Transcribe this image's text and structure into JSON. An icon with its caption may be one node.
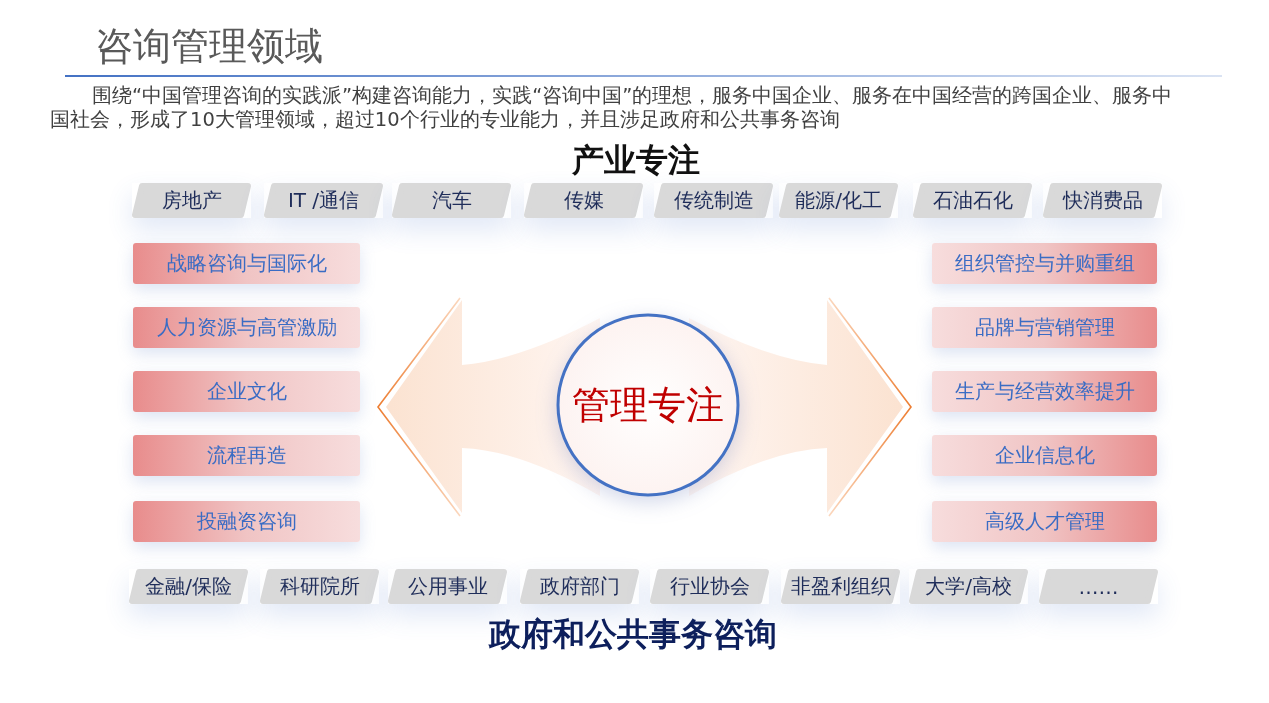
{
  "diagram": {
    "title": "咨询管理领域",
    "nodes": [
      {
        "text": [
          "房地产"
        ]
      },
      {
        "text": [
          "IT /通信"
        ]
      },
      {
        "text": [
          "汽车"
        ]
      },
      {
        "text": [
          "传媒"
        ]
      },
      {
        "text": [
          "传统制造"
        ]
      },
      {
        "text": [
          "能源/化工"
        ]
      },
      {
        "text": [
          "石油石化"
        ]
      },
      {
        "text": [
          "快消费品"
        ]
      },
      {
        "text": [
          "战略咨询与国际化"
        ]
      },
      {
        "text": [
          "人力资源与高管激励"
        ]
      },
      {
        "text": [
          "企业文化"
        ]
      },
      {
        "text": [
          "流程再造"
        ]
      },
      {
        "text": [
          "投融资咨询"
        ]
      },
      {
        "text": [
          "管理专注"
        ]
      },
      {
        "text": [
          "组织管控与并购重组"
        ]
      },
      {
        "text": [
          "品牌与营销管理"
        ]
      },
      {
        "text": [
          "生产与经营效率提升"
        ]
      },
      {
        "text": [
          "企业信息化"
        ]
      },
      {
        "text": [
          "高级人才管理"
        ]
      },
      {
        "text": [
          "金融/保险"
        ]
      },
      {
        "text": [
          "科研院所"
        ]
      },
      {
        "text": [
          "公用事业"
        ]
      },
      {
        "text": [
          "政府部门"
        ]
      },
      {
        "text": [
          "行业协会"
        ]
      },
      {
        "text": [
          "非盈利组织"
        ]
      },
      {
        "text": [
          "大学/高校"
        ]
      },
      {
        "text": [
          "……"
        ]
      }
    ],
    "labels": [
      "围绕“中国管理咨询的实践派”构建咨询能力，实践“咨询中国”的理想，服务中国企业、服务在中国经营的跨国企业、服务中国社会，形成了10大管理领域，超过10个行业的专业能力，并且涉足政府和公共事务咨询",
      "产业专注",
      "政府和公共事务咨询"
    ]
  }
}
